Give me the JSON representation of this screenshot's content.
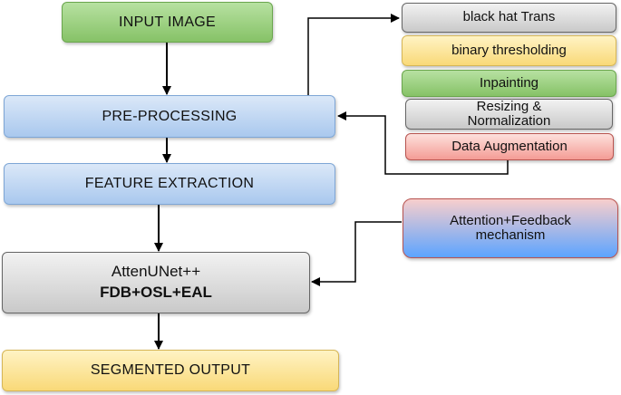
{
  "main": {
    "input_image": "INPUT IMAGE",
    "preprocessing": "PRE-PROCESSING",
    "feature_extraction": "FEATURE EXTRACTION",
    "model_line1": "AttenUNet++",
    "model_line2": "FDB+OSL+EAL",
    "segmented_output": "SEGMENTED OUTPUT"
  },
  "preprocessing_steps": {
    "step1": "black hat Trans",
    "step2": "binary thresholding",
    "step3": "Inpainting",
    "step4_line1": "Resizing &",
    "step4_line2": "Normalization",
    "step5": "Data Augmentation"
  },
  "attention": {
    "line1": "Attention+Feedback",
    "line2": "mechanism"
  }
}
